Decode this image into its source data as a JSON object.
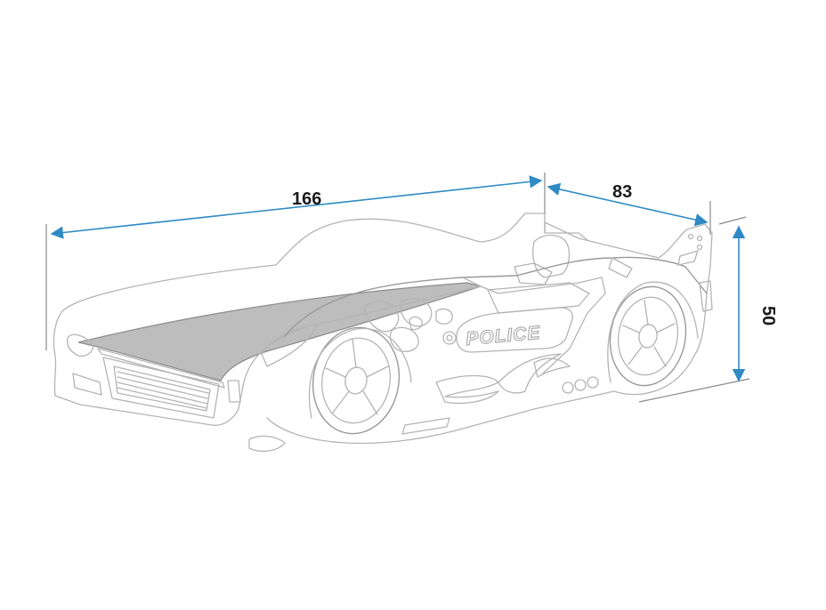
{
  "diagram": {
    "decal_text": "POLICE",
    "dimensions": {
      "length": {
        "value": "166"
      },
      "width": {
        "value": "83"
      },
      "height": {
        "value": "50"
      }
    },
    "colors": {
      "dimension_line": "#2f8ac4",
      "outline": "#b4b4b4",
      "mattress": "#bdbdbd",
      "label": "#1a1a1a"
    }
  }
}
